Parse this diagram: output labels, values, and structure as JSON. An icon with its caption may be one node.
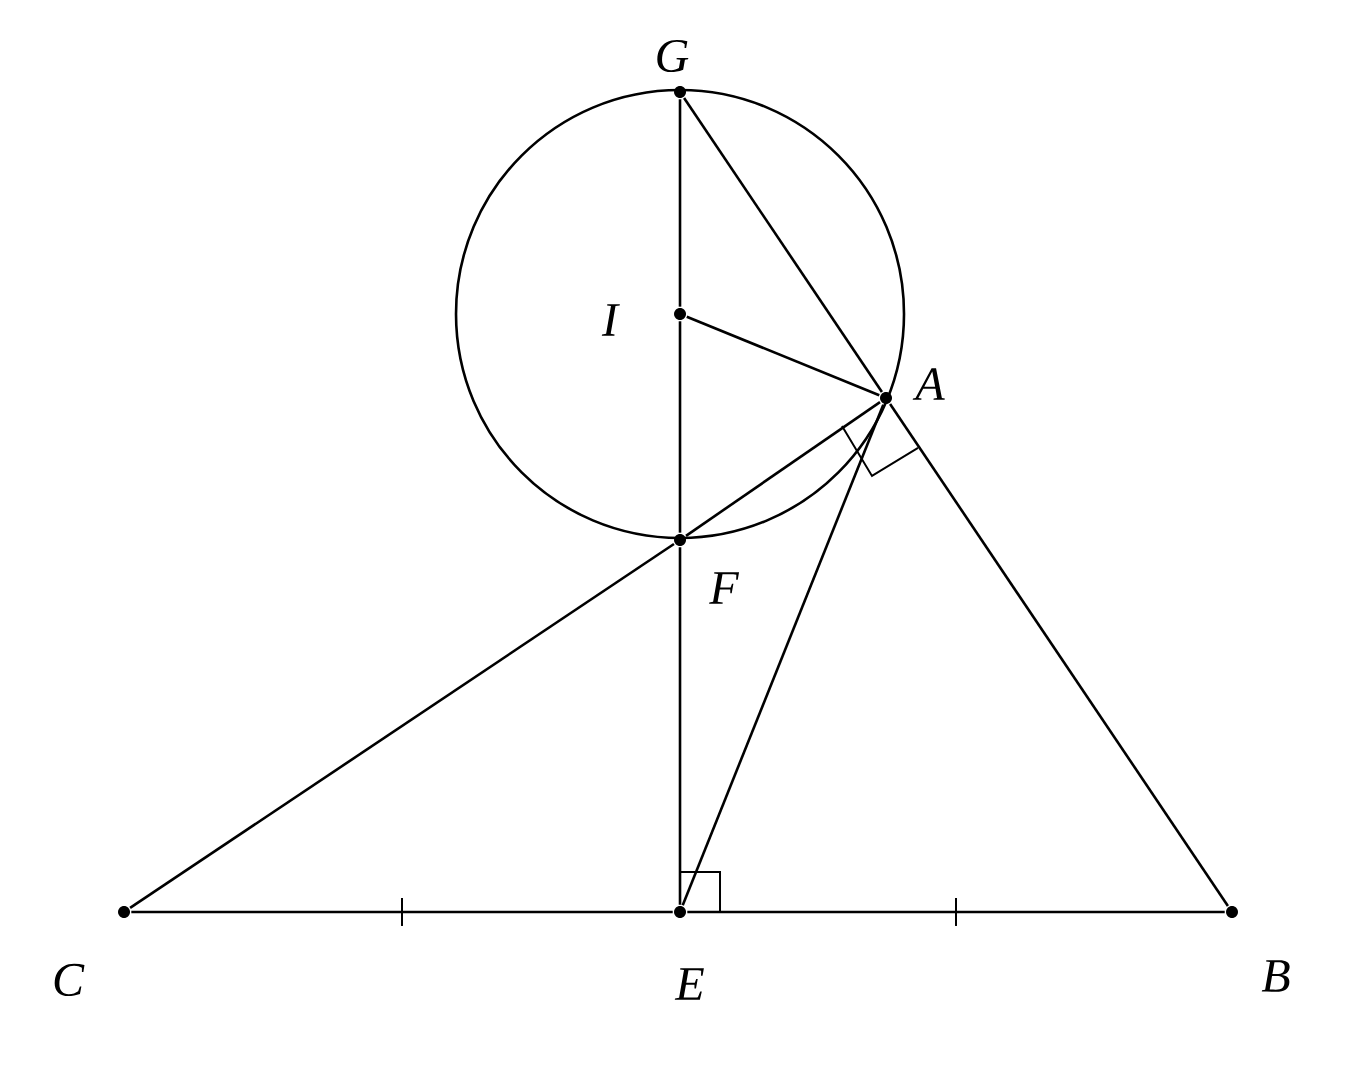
{
  "diagram": {
    "nodes": [
      {
        "text": [],
        "shape": "circle",
        "beside": [
          "G"
        ]
      },
      {
        "text": [],
        "shape": "circle",
        "beside": [
          "I"
        ]
      },
      {
        "text": [],
        "shape": "circle",
        "beside": [
          "A"
        ]
      },
      {
        "text": [],
        "shape": "circle",
        "beside": [
          "F"
        ]
      },
      {
        "text": [],
        "shape": "circle",
        "beside": [
          "C"
        ]
      },
      {
        "text": [],
        "shape": "circle",
        "beside": [
          "E"
        ]
      },
      {
        "text": [],
        "shape": "circle",
        "beside": [
          "B"
        ]
      }
    ],
    "edges": [
      {
        "from": 0,
        "to": 1,
        "arrow": "none"
      },
      {
        "from": 1,
        "to": 3,
        "arrow": "none"
      },
      {
        "from": 3,
        "to": 5,
        "arrow": "none"
      },
      {
        "from": 4,
        "to": 3,
        "arrow": "none"
      },
      {
        "from": 3,
        "to": 2,
        "arrow": "none"
      },
      {
        "from": 0,
        "to": 2,
        "arrow": "none"
      },
      {
        "from": 2,
        "to": 6,
        "arrow": "none"
      },
      {
        "from": 1,
        "to": 2,
        "arrow": "none"
      },
      {
        "from": 5,
        "to": 2,
        "arrow": "none"
      },
      {
        "from": 4,
        "to": 5,
        "arrow": "none"
      },
      {
        "from": 5,
        "to": 6,
        "arrow": "none"
      }
    ]
  }
}
